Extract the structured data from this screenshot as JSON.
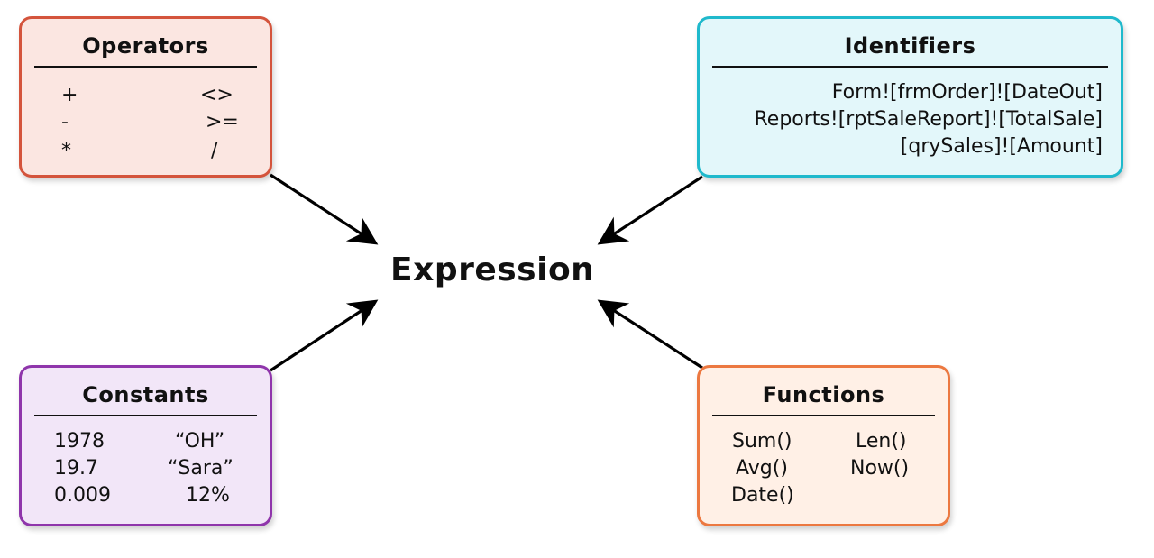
{
  "center": {
    "label": "Expression"
  },
  "operators": {
    "title": "Operators",
    "left": [
      "+",
      "-",
      "*"
    ],
    "right": [
      "<>",
      ">=",
      "/"
    ],
    "color": "#d4543c",
    "fill": "#fbe6e1"
  },
  "identifiers": {
    "title": "Identifiers",
    "lines": [
      "Form![frmOrder]![DateOut]",
      "Reports![rptSaleReport]![TotalSale]",
      "[qrySales]![Amount]"
    ],
    "color": "#1fb9cc",
    "fill": "#e3f7fa"
  },
  "constants": {
    "title": "Constants",
    "left": [
      "1978",
      "19.7",
      "0.009"
    ],
    "right": [
      "“OH”",
      "“Sara”",
      "12%"
    ],
    "color": "#8f35ab",
    "fill": "#f2e6f8"
  },
  "functions": {
    "title": "Functions",
    "left": [
      "Sum()",
      "Avg()",
      "Date()"
    ],
    "right": [
      "Len()",
      "Now()"
    ],
    "color": "#ec7840",
    "fill": "#fff0e6"
  }
}
